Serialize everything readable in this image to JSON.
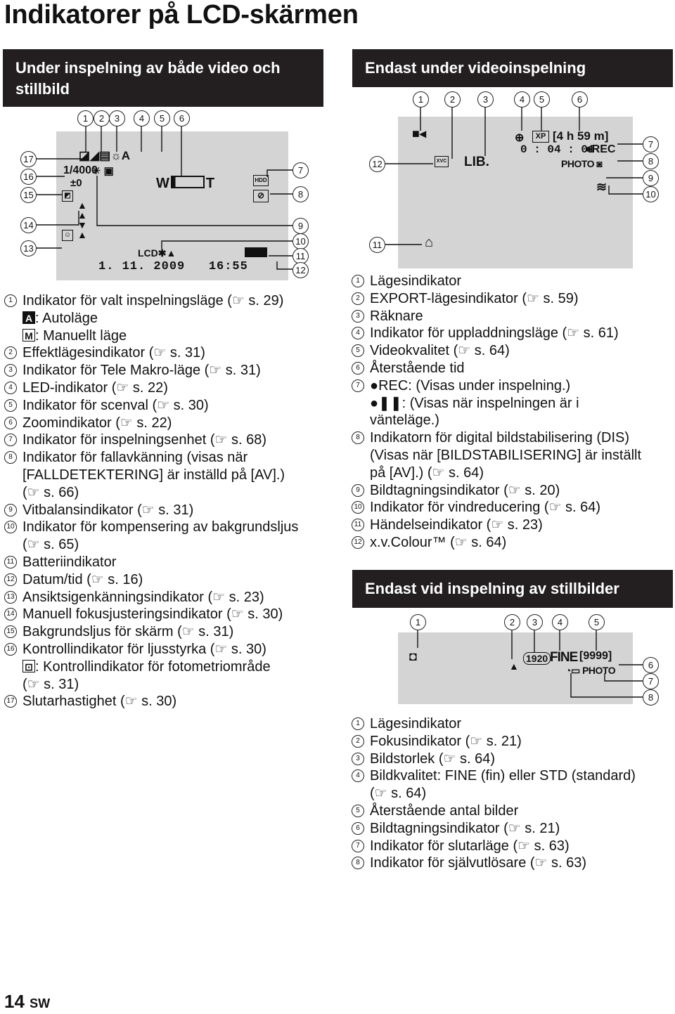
{
  "page_title": "Indikatorer på LCD-skärmen",
  "left_section": {
    "heading": "Under inspelning av både video och stillbild",
    "diagram": {
      "callouts_top": [
        "1",
        "2",
        "3",
        "4",
        "5",
        "6"
      ],
      "callouts_right": [
        "7",
        "8",
        "9",
        "10",
        "11",
        "12"
      ],
      "callouts_left": [
        "17",
        "16",
        "15",
        "14",
        "13"
      ],
      "shutter": "1/4000",
      "exposure": "±0",
      "zoom": "W",
      "zoom_t": "T",
      "hdd": "HDD",
      "lcd": "LCD",
      "date_time": "1. 11. 2009   16:55",
      "auto_mode": "A"
    },
    "items": [
      {
        "n": "1",
        "text": "Indikator för valt inspelningsläge (☞ s. 29)"
      },
      {
        "n": "",
        "text": "A: Autoläge",
        "key": "A",
        "key_fill": true,
        "rest": ": Autoläge"
      },
      {
        "n": "",
        "text": "M: Manuellt läge",
        "key": "M",
        "key_fill": false,
        "rest": ": Manuellt läge"
      },
      {
        "n": "2",
        "text": "Effektlägesindikator (☞ s. 31)"
      },
      {
        "n": "3",
        "text": "Indikator för Tele Makro-läge (☞ s. 31)"
      },
      {
        "n": "4",
        "text": "LED-indikator (☞ s. 22)"
      },
      {
        "n": "5",
        "text": "Indikator för scenval (☞ s. 30)"
      },
      {
        "n": "6",
        "text": "Zoomindikator (☞ s. 22)"
      },
      {
        "n": "7",
        "text": "Indikator för inspelningsenhet (☞ s. 68)"
      },
      {
        "n": "8",
        "text": "Indikator för fallavkänning (visas när"
      },
      {
        "n": "",
        "text": "[FALLDETEKTERING] är inställd på [AV].)"
      },
      {
        "n": "",
        "text": "(☞ s. 66)"
      },
      {
        "n": "9",
        "text": "Vitbalansindikator (☞ s. 31)"
      },
      {
        "n": "10",
        "text": "Indikator för kompensering av bakgrundsljus"
      },
      {
        "n": "",
        "text": "(☞ s. 65)"
      },
      {
        "n": "11",
        "text": "Batteriindikator"
      },
      {
        "n": "12",
        "text": "Datum/tid (☞ s. 16)"
      },
      {
        "n": "13",
        "text": "Ansiktsigenkänningsindikator (☞ s. 23)"
      },
      {
        "n": "14",
        "text": "Manuell fokusjusteringsindikator (☞ s. 30)"
      },
      {
        "n": "15",
        "text": "Bakgrundsljus för skärm (☞ s. 31)"
      },
      {
        "n": "16",
        "text": "Kontrollindikator för ljusstyrka (☞ s. 30)"
      },
      {
        "n": "",
        "text": ": Kontrollindikator för fotometriområde",
        "key": "⊡",
        "key_fill": false,
        "rest": ": Kontrollindikator för fotometriområde"
      },
      {
        "n": "",
        "text": "(☞ s. 31)"
      },
      {
        "n": "17",
        "text": "Slutarhastighet (☞ s. 30)"
      }
    ]
  },
  "video_section": {
    "heading": "Endast under videoinspelning",
    "diagram": {
      "callouts_top": [
        "1",
        "2",
        "3",
        "4",
        "5",
        "6"
      ],
      "callouts_right": [
        "7",
        "8",
        "9",
        "10"
      ],
      "callouts_left": [
        "12",
        "11"
      ],
      "lib": "LIB.",
      "xvc": "XVC",
      "xp": "XP",
      "remaining": "[4 h 59 m]",
      "counter": "0 : 04 : 01",
      "rec": "●REC",
      "photo": "PHOTO"
    },
    "items": [
      {
        "n": "1",
        "text": "Lägesindikator"
      },
      {
        "n": "2",
        "text": "EXPORT-lägesindikator (☞ s. 59)"
      },
      {
        "n": "3",
        "text": "Räknare"
      },
      {
        "n": "4",
        "text": "Indikator för uppladdningsläge (☞ s. 61)"
      },
      {
        "n": "5",
        "text": "Videokvalitet (☞ s. 64)"
      },
      {
        "n": "6",
        "text": "Återstående tid"
      },
      {
        "n": "7",
        "text": "●REC: (Visas under inspelning.)"
      },
      {
        "n": "",
        "text": "●❚❚: (Visas när inspelningen är i"
      },
      {
        "n": "",
        "text": "vänteläge.)"
      },
      {
        "n": "8",
        "text": "Indikatorn för digital bildstabilisering (DIS)"
      },
      {
        "n": "",
        "text": "(Visas när [BILDSTABILISERING] är inställt"
      },
      {
        "n": "",
        "text": "på [AV].) (☞ s. 64)"
      },
      {
        "n": "9",
        "text": "Bildtagningsindikator (☞ s. 20)"
      },
      {
        "n": "10",
        "text": "Indikator för vindreducering (☞ s. 64)"
      },
      {
        "n": "11",
        "text": "Händelseindikator (☞ s. 23)"
      },
      {
        "n": "12",
        "text": "x.v.Colour™ (☞ s. 64)"
      }
    ]
  },
  "still_section": {
    "heading": "Endast vid inspelning av stillbilder",
    "diagram": {
      "callouts_top": [
        "1",
        "2",
        "3",
        "4",
        "5"
      ],
      "callouts_right": [
        "6",
        "7",
        "8"
      ],
      "size": "1920",
      "quality": "FINE",
      "count": "[9999]",
      "photo": "PHOTO"
    },
    "items": [
      {
        "n": "1",
        "text": "Lägesindikator"
      },
      {
        "n": "2",
        "text": "Fokusindikator (☞ s. 21)"
      },
      {
        "n": "3",
        "text": "Bildstorlek (☞ s. 64)"
      },
      {
        "n": "4",
        "text": "Bildkvalitet: FINE (fin) eller STD (standard)"
      },
      {
        "n": "",
        "text": "(☞ s. 64)"
      },
      {
        "n": "5",
        "text": "Återstående antal bilder"
      },
      {
        "n": "6",
        "text": "Bildtagningsindikator (☞ s. 21)"
      },
      {
        "n": "7",
        "text": "Indikator för slutarläge (☞ s. 63)"
      },
      {
        "n": "8",
        "text": "Indikator för självutlösare (☞ s. 63)"
      }
    ]
  },
  "footer": {
    "page_number": "14",
    "lang": "SW"
  }
}
